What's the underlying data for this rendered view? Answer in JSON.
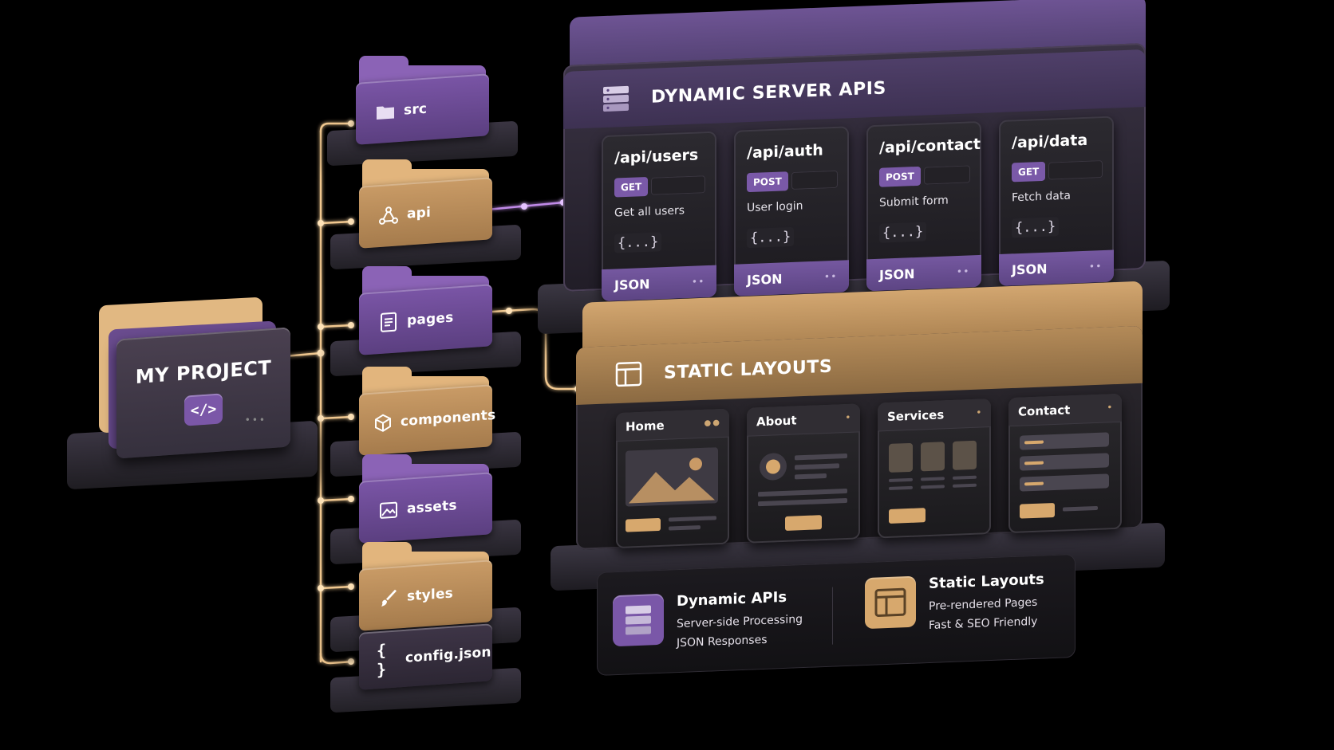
{
  "project": {
    "title": "MY PROJECT",
    "code_glyph": "</>"
  },
  "folders": [
    {
      "label": "src",
      "icon": "folder-icon",
      "color": "purple"
    },
    {
      "label": "api",
      "icon": "api-nodes-icon",
      "color": "gold"
    },
    {
      "label": "pages",
      "icon": "document-icon",
      "color": "purple"
    },
    {
      "label": "components",
      "icon": "cube-icon",
      "color": "gold"
    },
    {
      "label": "assets",
      "icon": "image-icon",
      "color": "purple"
    },
    {
      "label": "styles",
      "icon": "brush-icon",
      "color": "gold"
    },
    {
      "label": "config.json",
      "icon": "braces-icon",
      "color": "purple"
    }
  ],
  "api_panel": {
    "title": "DYNAMIC SERVER APIS",
    "icon": "server-icon",
    "endpoints": [
      {
        "path": "/api/users",
        "method": "GET",
        "description": "Get all users",
        "braces": "{...}",
        "format": "JSON"
      },
      {
        "path": "/api/auth",
        "method": "POST",
        "description": "User login",
        "braces": "{...}",
        "format": "JSON"
      },
      {
        "path": "/api/contact",
        "method": "POST",
        "description": "Submit form",
        "braces": "{...}",
        "format": "JSON"
      },
      {
        "path": "/api/data",
        "method": "GET",
        "description": "Fetch data",
        "braces": "{...}",
        "format": "JSON"
      }
    ]
  },
  "static_panel": {
    "title": "STATIC LAYOUTS",
    "icon": "layout-icon",
    "pages": [
      {
        "name": "Home"
      },
      {
        "name": "About"
      },
      {
        "name": "Services"
      },
      {
        "name": "Contact"
      }
    ]
  },
  "legend": {
    "dynamic": {
      "title": "Dynamic APIs",
      "line1": "Server-side Processing",
      "line2": "JSON Responses"
    },
    "static": {
      "title": "Static Layouts",
      "line1": "Pre-rendered Pages",
      "line2": "Fast & SEO Friendly"
    }
  },
  "colors": {
    "purple": "#7a57a8",
    "gold": "#d7a86d",
    "wire": "#f0c78f",
    "wire_purple": "#c08ae8"
  }
}
